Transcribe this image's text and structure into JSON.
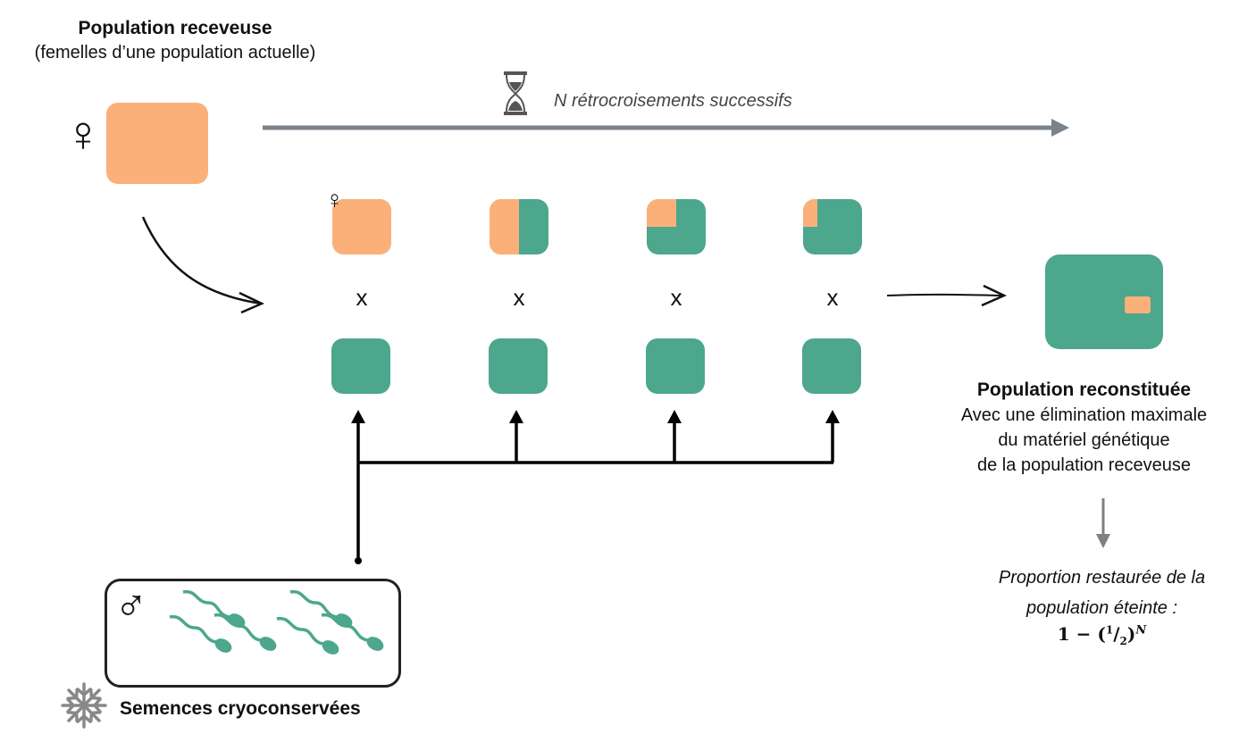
{
  "colors": {
    "recipient": "#FBB07A",
    "donor": "#4CA78D",
    "timeline": "#7A838B",
    "line": "#000000",
    "snowflake": "#888888",
    "down_arrow": "#808080"
  },
  "recipient": {
    "title": "Population receveuse",
    "subtitle": "(femelles d’une population actuelle)",
    "symbol": "♀"
  },
  "timeline": {
    "label": "N rétrocroisements successifs"
  },
  "generations": [
    {
      "female_recipient_fraction": 1.0,
      "cross": "x",
      "show_symbol": true
    },
    {
      "female_recipient_fraction": 0.5,
      "cross": "x",
      "show_symbol": false
    },
    {
      "female_recipient_fraction": 0.25,
      "cross": "x",
      "show_symbol": false
    },
    {
      "female_recipient_fraction": 0.125,
      "cross": "x",
      "show_symbol": false
    }
  ],
  "female_symbol": "♀",
  "male_symbol": "♂",
  "result": {
    "title": "Population reconstituée",
    "lines": [
      "Avec une élimination maximale",
      "du matériel génétique",
      "de la population receveuse"
    ]
  },
  "formula": {
    "label_line1": "Proportion restaurée de la",
    "label_line2": "population éteinte :",
    "lead": "1 − (",
    "num": "1",
    "slash": "/",
    "den": "2",
    "close": ")",
    "exp": "N"
  },
  "semen": {
    "label": "Semences cryoconservées",
    "sperm_count": 6
  }
}
